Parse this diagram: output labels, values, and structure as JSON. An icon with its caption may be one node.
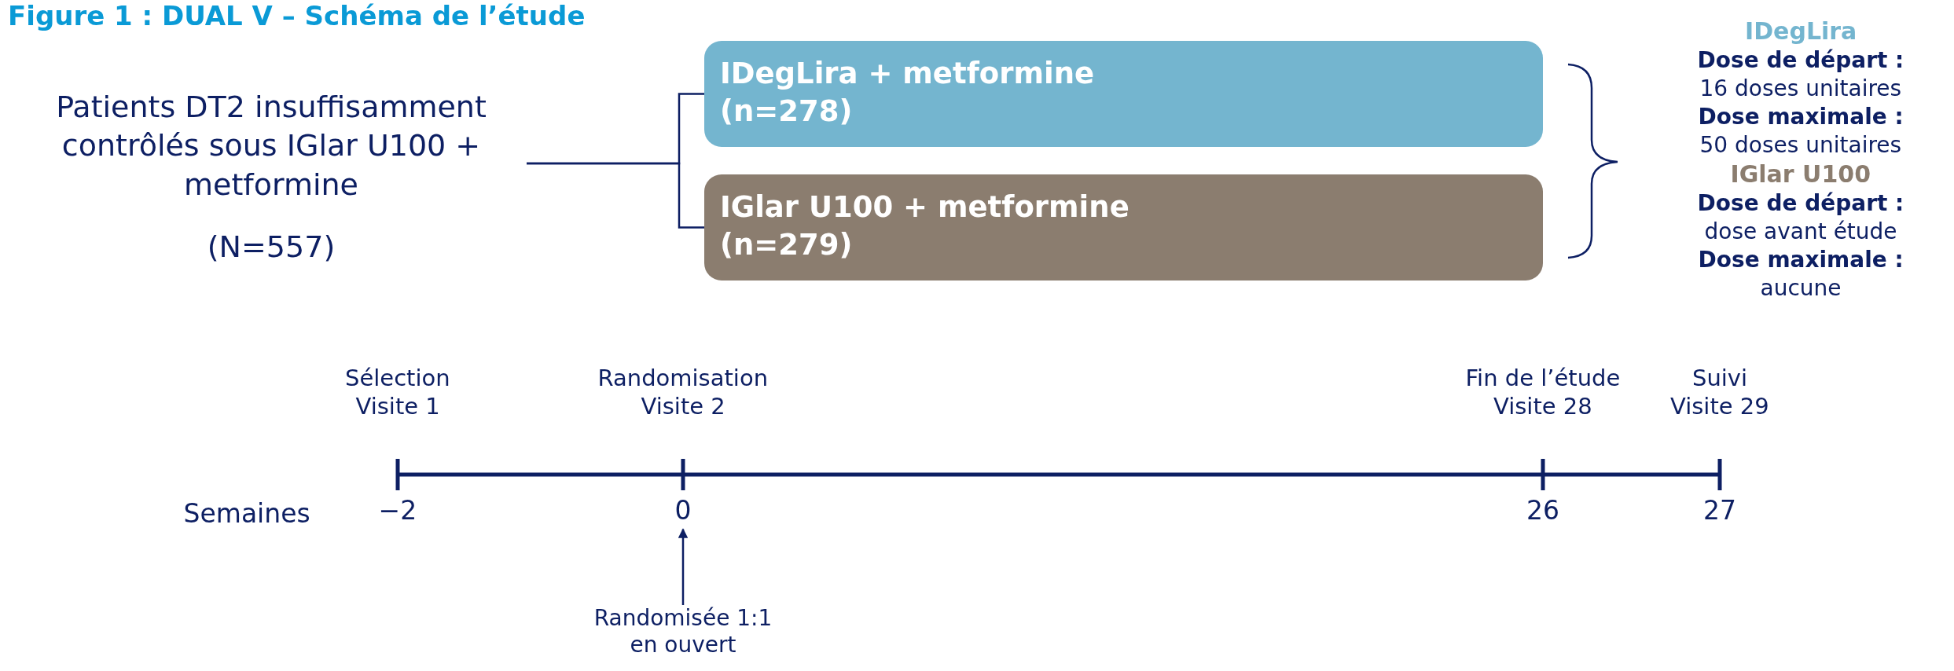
{
  "diagram": {
    "title": "Figure 1 : DUAL V – Schéma de l’étude",
    "nodes": [
      {
        "text": [
          "Patients DT2 insuffisamment contrôlés sous IGlar U100 + metformine",
          "(N=557)"
        ]
      },
      {
        "text": [
          "IDegLira + metformine (n=278)"
        ]
      },
      {
        "text": [
          "IGlar U100 + metformine (n=279)"
        ]
      },
      {
        "text": [
          "Randomisée 1:1 en ouvert"
        ]
      },
      {
        "text": [
          "0"
        ]
      }
    ],
    "edges": [
      {
        "from": 0,
        "to": 1,
        "arrow": "none"
      },
      {
        "from": 0,
        "to": 2,
        "arrow": "none"
      },
      {
        "from": 3,
        "to": 4,
        "arrow": "to"
      }
    ],
    "labels": [
      "IDegLira",
      "Dose de départ :",
      "16 doses unitaires",
      "Dose maximale :",
      "50 doses unitaires",
      "IGlar U100",
      "Dose de départ :",
      "dose avant étude",
      "Dose maximale :",
      "aucune",
      "Sélection",
      "Visite 1",
      "Randomisation",
      "Visite 2",
      "Fin de l’étude",
      "Visite 28",
      "Suivi",
      "Visite 29",
      "Semaines",
      "−2",
      "26",
      "27"
    ]
  }
}
